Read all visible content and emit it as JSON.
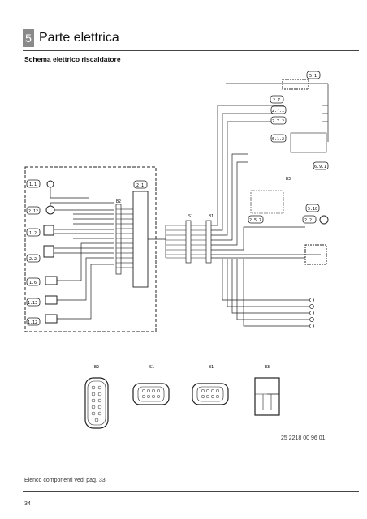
{
  "header": {
    "chapter_number": "5",
    "chapter_title": "Parte elettrica"
  },
  "subtitle": "Schema elettrico riscaldatore",
  "diagram": {
    "left_components": [
      "1.1",
      "2.12",
      "1.2",
      "2.2",
      "1.6",
      "1.13",
      "1.12"
    ],
    "center_component": "2.1",
    "connector_labels": [
      "B2",
      "S1",
      "B1",
      "B3"
    ],
    "fuse_labels": [
      "5.1",
      "2.7",
      "2.7.1",
      "2.7.2",
      "6.1.2",
      "6.9.1",
      "2.5.7",
      "5.10",
      "2.2"
    ],
    "connector_views": [
      "B2",
      "S1",
      "B1",
      "B3"
    ]
  },
  "figure_code": "25 2218 00 96 01",
  "footer_note": "Elenco componenti vedi pag. 33",
  "page_number": "34"
}
